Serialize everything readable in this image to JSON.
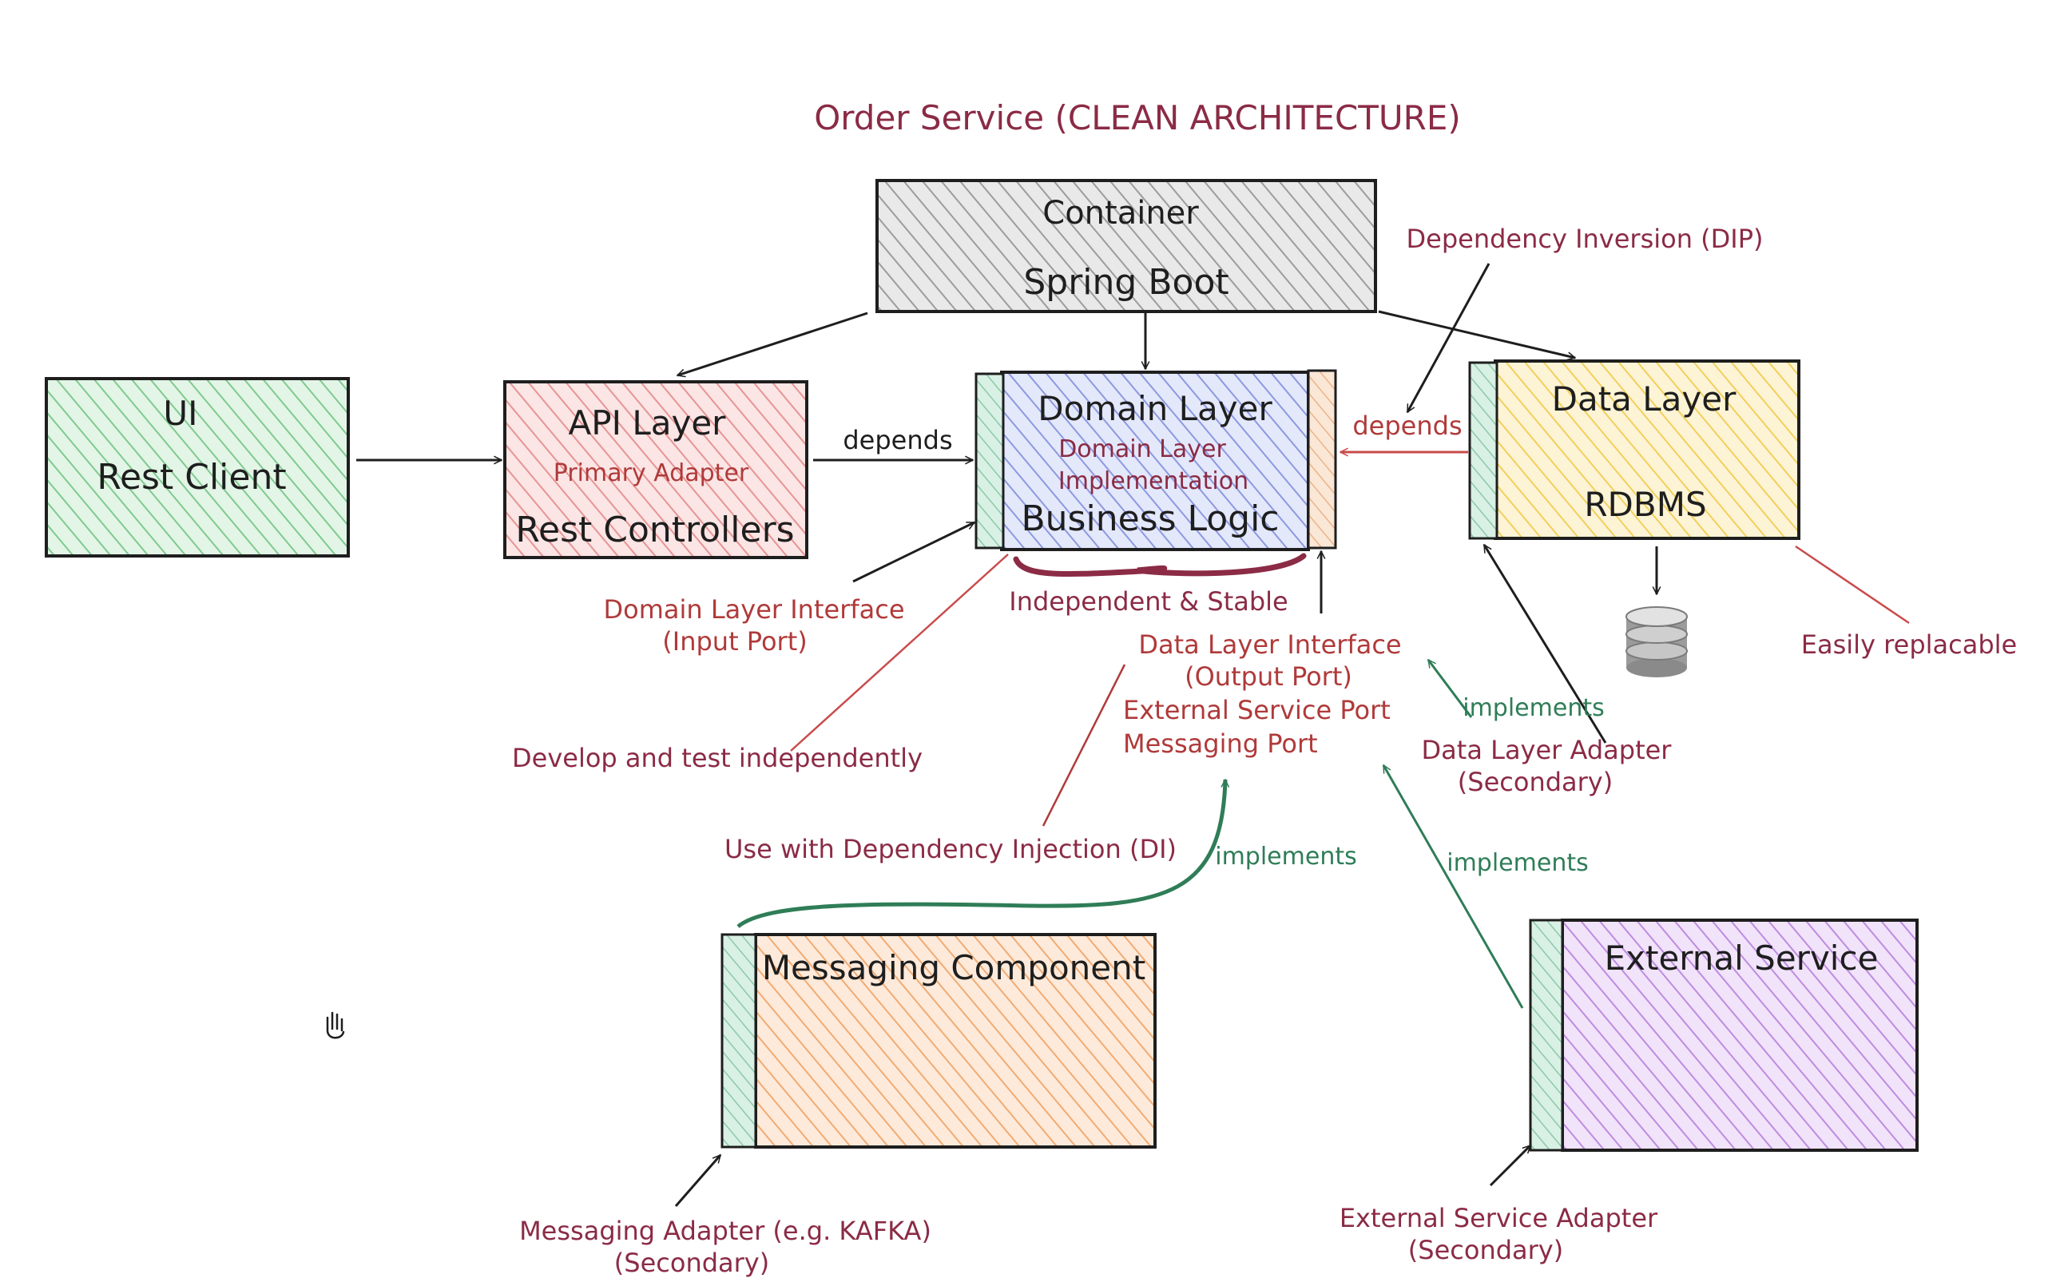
{
  "title": "Order Service (CLEAN ARCHITECTURE)",
  "boxes": {
    "container": {
      "line1": "Container",
      "line2": "Spring Boot"
    },
    "ui": {
      "line1": "UI",
      "line2": "Rest Client"
    },
    "api": {
      "line1": "API Layer",
      "sub": "Primary Adapter",
      "line2": "Rest Controllers"
    },
    "domain": {
      "line1": "Domain Layer",
      "sub1": "Domain Layer",
      "sub2": "Implementation",
      "line2": "Business Logic"
    },
    "data": {
      "line1": "Data Layer",
      "line2": "RDBMS"
    },
    "messaging": {
      "line1": "Messaging Component"
    },
    "external": {
      "line1": "External Service"
    }
  },
  "labels": {
    "depends_api": "depends",
    "depends_data": "depends",
    "dip": "Dependency Inversion (DIP)",
    "domain_interface_1": "Domain Layer Interface",
    "domain_interface_2": "(Input Port)",
    "independent": "Independent & Stable",
    "data_interface_1": "Data Layer Interface",
    "data_interface_2": "(Output Port)",
    "external_port": "External Service Port",
    "messaging_port": "Messaging Port",
    "implements_1": "implements",
    "implements_2": "implements",
    "implements_3": "implements",
    "data_adapter_1": "Data Layer Adapter",
    "data_adapter_2": "(Secondary)",
    "easily": "Easily replacable",
    "develop": "Develop and test independently",
    "use_di": "Use with Dependency Injection (DI)",
    "messaging_adapter_1": "Messaging Adapter (e.g. KAFKA)",
    "messaging_adapter_2": "(Secondary)",
    "external_adapter_1": "External Service Adapter",
    "external_adapter_2": "(Secondary)"
  },
  "icons": {
    "database": "database-icon",
    "cursor": "hand-cursor-icon"
  },
  "colors": {
    "container_fill": "#bdbdbd",
    "ui_fill": "#8fd19e",
    "api_fill": "#f0a3a3",
    "domain_fill": "#9aa7e8",
    "data_fill": "#f7d774",
    "messaging_fill": "#f5b57e",
    "external_fill": "#c99be6",
    "port_fill": "#a8d8c0",
    "title": "#8b2b45",
    "red_text": "#b03a3a",
    "green": "#2f7d57"
  }
}
